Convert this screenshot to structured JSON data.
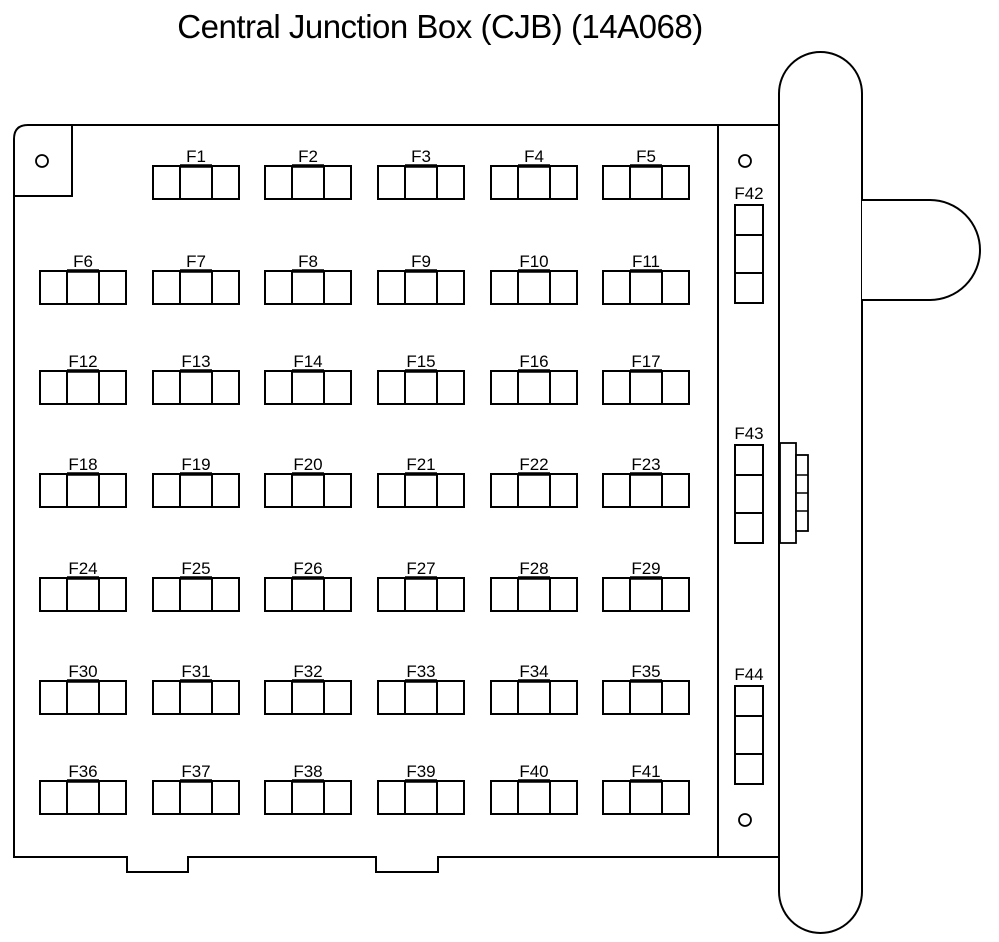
{
  "title": "Central Junction Box (CJB) (14A068)",
  "main_fuses": {
    "rows": [
      [
        "F1",
        "F2",
        "F3",
        "F4",
        "F5"
      ],
      [
        "F6",
        "F7",
        "F8",
        "F9",
        "F10",
        "F11"
      ],
      [
        "F12",
        "F13",
        "F14",
        "F15",
        "F16",
        "F17"
      ],
      [
        "F18",
        "F19",
        "F20",
        "F21",
        "F22",
        "F23"
      ],
      [
        "F24",
        "F25",
        "F26",
        "F27",
        "F28",
        "F29"
      ],
      [
        "F30",
        "F31",
        "F32",
        "F33",
        "F34",
        "F35"
      ],
      [
        "F36",
        "F37",
        "F38",
        "F39",
        "F40",
        "F41"
      ]
    ]
  },
  "side_fuses": [
    "F42",
    "F43",
    "F44"
  ],
  "colors": {
    "stroke": "#000000",
    "background": "#ffffff"
  }
}
